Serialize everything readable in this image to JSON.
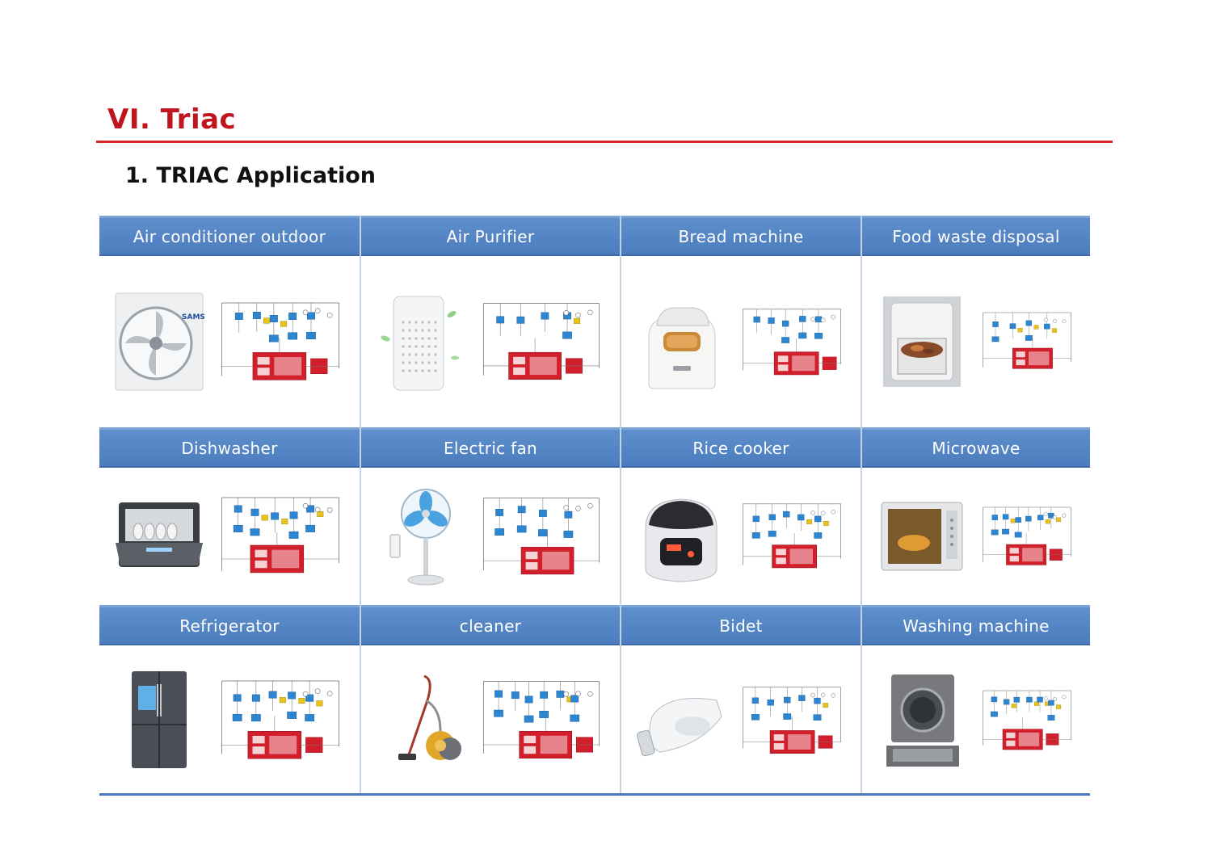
{
  "header": {
    "title": "VI. Triac",
    "subtitle": "1. TRIAC Application"
  },
  "colors": {
    "title_red": "#c0151f",
    "header_blue": "#4b7cbd",
    "block_red": "#d21f2c",
    "block_blue": "#2c86d1"
  },
  "applications": [
    {
      "label": "Air conditioner outdoor",
      "icon": "air-conditioner-outdoor-unit-icon",
      "brand": "SAMSUNG"
    },
    {
      "label": "Air Purifier",
      "icon": "air-purifier-icon"
    },
    {
      "label": "Bread machine",
      "icon": "bread-machine-icon"
    },
    {
      "label": "Food waste disposal",
      "icon": "food-waste-disposal-icon"
    },
    {
      "label": "Dishwasher",
      "icon": "dishwasher-icon"
    },
    {
      "label": "Electric fan",
      "icon": "electric-fan-icon"
    },
    {
      "label": "Rice cooker",
      "icon": "rice-cooker-icon"
    },
    {
      "label": "Microwave",
      "icon": "microwave-icon"
    },
    {
      "label": "Refrigerator",
      "icon": "refrigerator-icon"
    },
    {
      "label": "cleaner",
      "icon": "vacuum-cleaner-icon"
    },
    {
      "label": "Bidet",
      "icon": "bidet-icon"
    },
    {
      "label": "Washing machine",
      "icon": "washing-machine-icon"
    }
  ]
}
